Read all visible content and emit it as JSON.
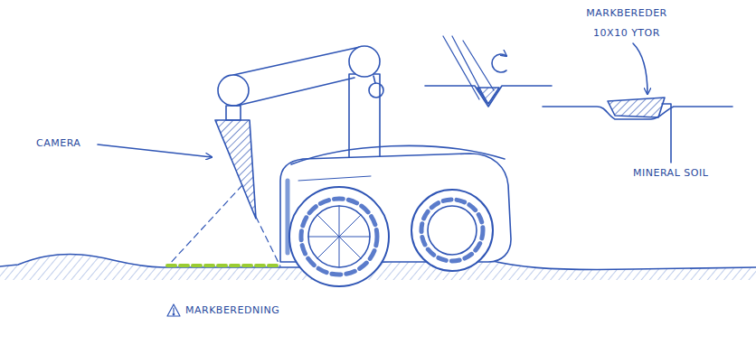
{
  "diagram": {
    "labels": [
      "CAMERA",
      "MARKBEREDER 10X10 YTOR",
      "MINERAL SOIL",
      "MARKBEREDNING"
    ]
  }
}
